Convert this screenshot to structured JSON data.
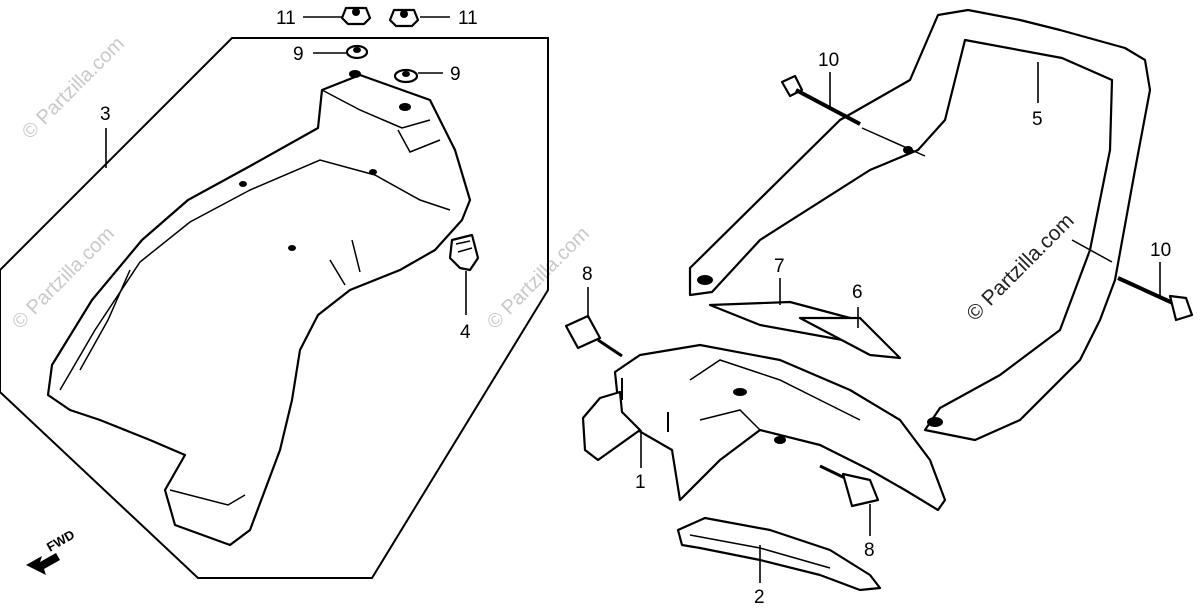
{
  "callouts": {
    "c11a": "11",
    "c11b": "11",
    "c9a": "9",
    "c9b": "9",
    "c3": "3",
    "c4": "4",
    "c10a": "10",
    "c10b": "10",
    "c5": "5",
    "c7": "7",
    "c6": "6",
    "c8a": "8",
    "c8b": "8",
    "c1": "1",
    "c2": "2"
  },
  "fwd_label": "FWD",
  "watermarks": {
    "wm_main": "© Partzilla.com",
    "wm_left": "© Partzilla.com",
    "wm_center": "© Partzilla.com",
    "wm_right": "© Partzilla.com"
  }
}
